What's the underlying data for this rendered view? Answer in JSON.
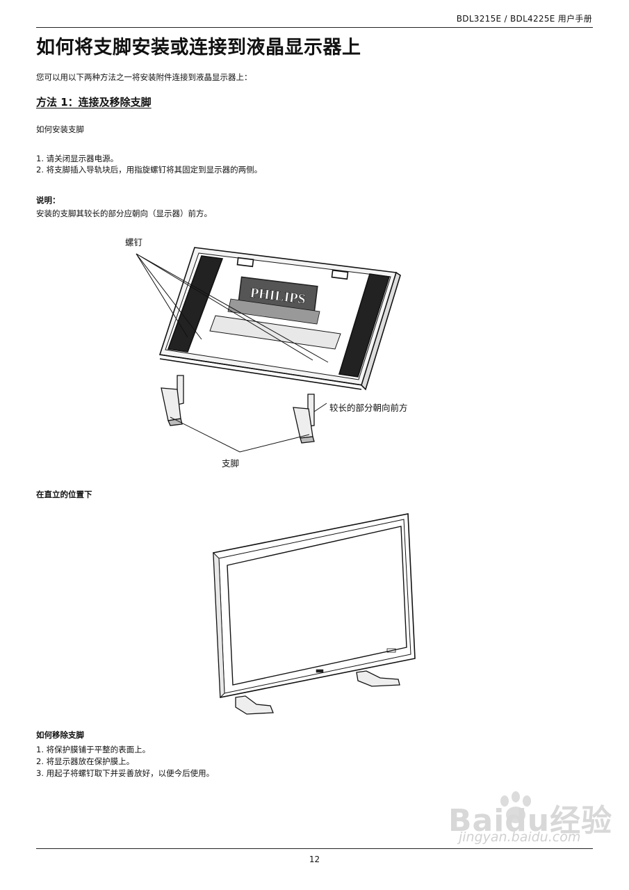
{
  "header": {
    "model": "BDL3215E / BDL4225E  用户手册"
  },
  "title": "如何将支脚安装或连接到液晶显示器上",
  "intro": "您可以用以下两种方法之一将安装附件连接到液晶显示器上：",
  "section1": {
    "heading": "方法 1：连接及移除支脚",
    "install_title": "如何安装支脚",
    "steps": [
      "1. 请关闭显示器电源。",
      "2.  将支脚插入导轨块后，用指旋螺钉将其固定到显示器的两侧。"
    ],
    "note_label": "说明：",
    "note_text": "安装的支脚其较长的部分应朝向（显示器）前方。"
  },
  "figure1": {
    "screw_label": "螺钉",
    "front_label": "较长的部分朝向前方",
    "stand_label": "支脚",
    "brand": "PHILIPS"
  },
  "upright": {
    "title": "在直立的位置下"
  },
  "remove": {
    "title": "如何移除支脚",
    "steps": [
      "1. 将保护膜铺于平整的表面上。",
      "2.  将显示器放在保护膜上。",
      "3.  用起子将螺钉取下并妥善放好，以便今后使用。"
    ]
  },
  "footer": {
    "page": "12"
  },
  "watermark": {
    "brand": "Baidu经验",
    "url": "jingyan.baidu.com"
  }
}
